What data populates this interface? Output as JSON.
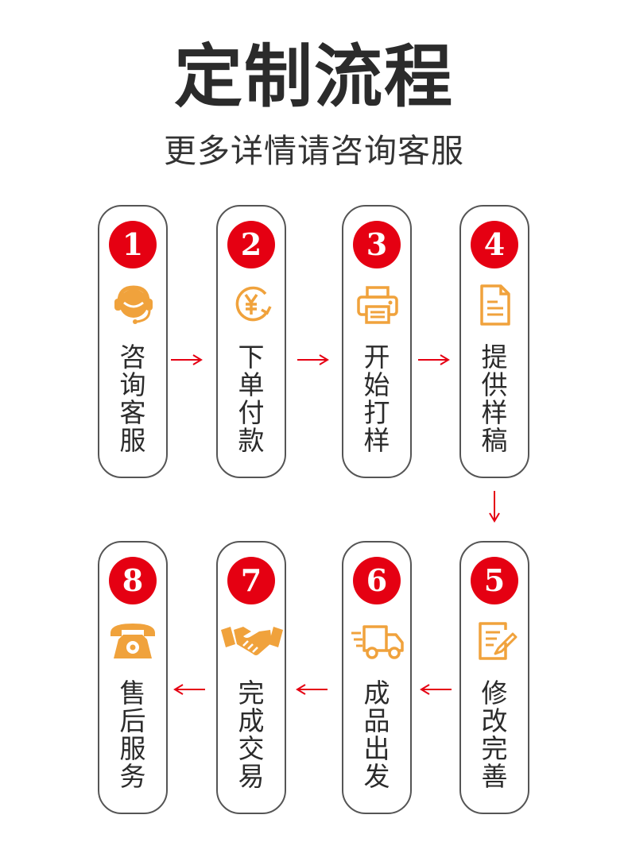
{
  "title": "定制流程",
  "subtitle": "更多详情请咨询客服",
  "colors": {
    "accent": "#e50012",
    "icon": "#f0a23c",
    "border": "#555555"
  },
  "steps": [
    {
      "number": "1",
      "chars": [
        "咨",
        "询",
        "客",
        "服"
      ],
      "icon": "headset-icon"
    },
    {
      "number": "2",
      "chars": [
        "下",
        "单",
        "付",
        "款"
      ],
      "icon": "yen-payment-icon"
    },
    {
      "number": "3",
      "chars": [
        "开",
        "始",
        "打",
        "样"
      ],
      "icon": "printer-icon"
    },
    {
      "number": "4",
      "chars": [
        "提",
        "供",
        "样",
        "稿"
      ],
      "icon": "document-icon"
    },
    {
      "number": "5",
      "chars": [
        "修",
        "改",
        "完",
        "善"
      ],
      "icon": "edit-document-icon"
    },
    {
      "number": "6",
      "chars": [
        "成",
        "品",
        "出",
        "发"
      ],
      "icon": "delivery-truck-icon"
    },
    {
      "number": "7",
      "chars": [
        "完",
        "成",
        "交",
        "易"
      ],
      "icon": "handshake-icon"
    },
    {
      "number": "8",
      "chars": [
        "售",
        "后",
        "服",
        "务"
      ],
      "icon": "telephone-icon"
    }
  ]
}
